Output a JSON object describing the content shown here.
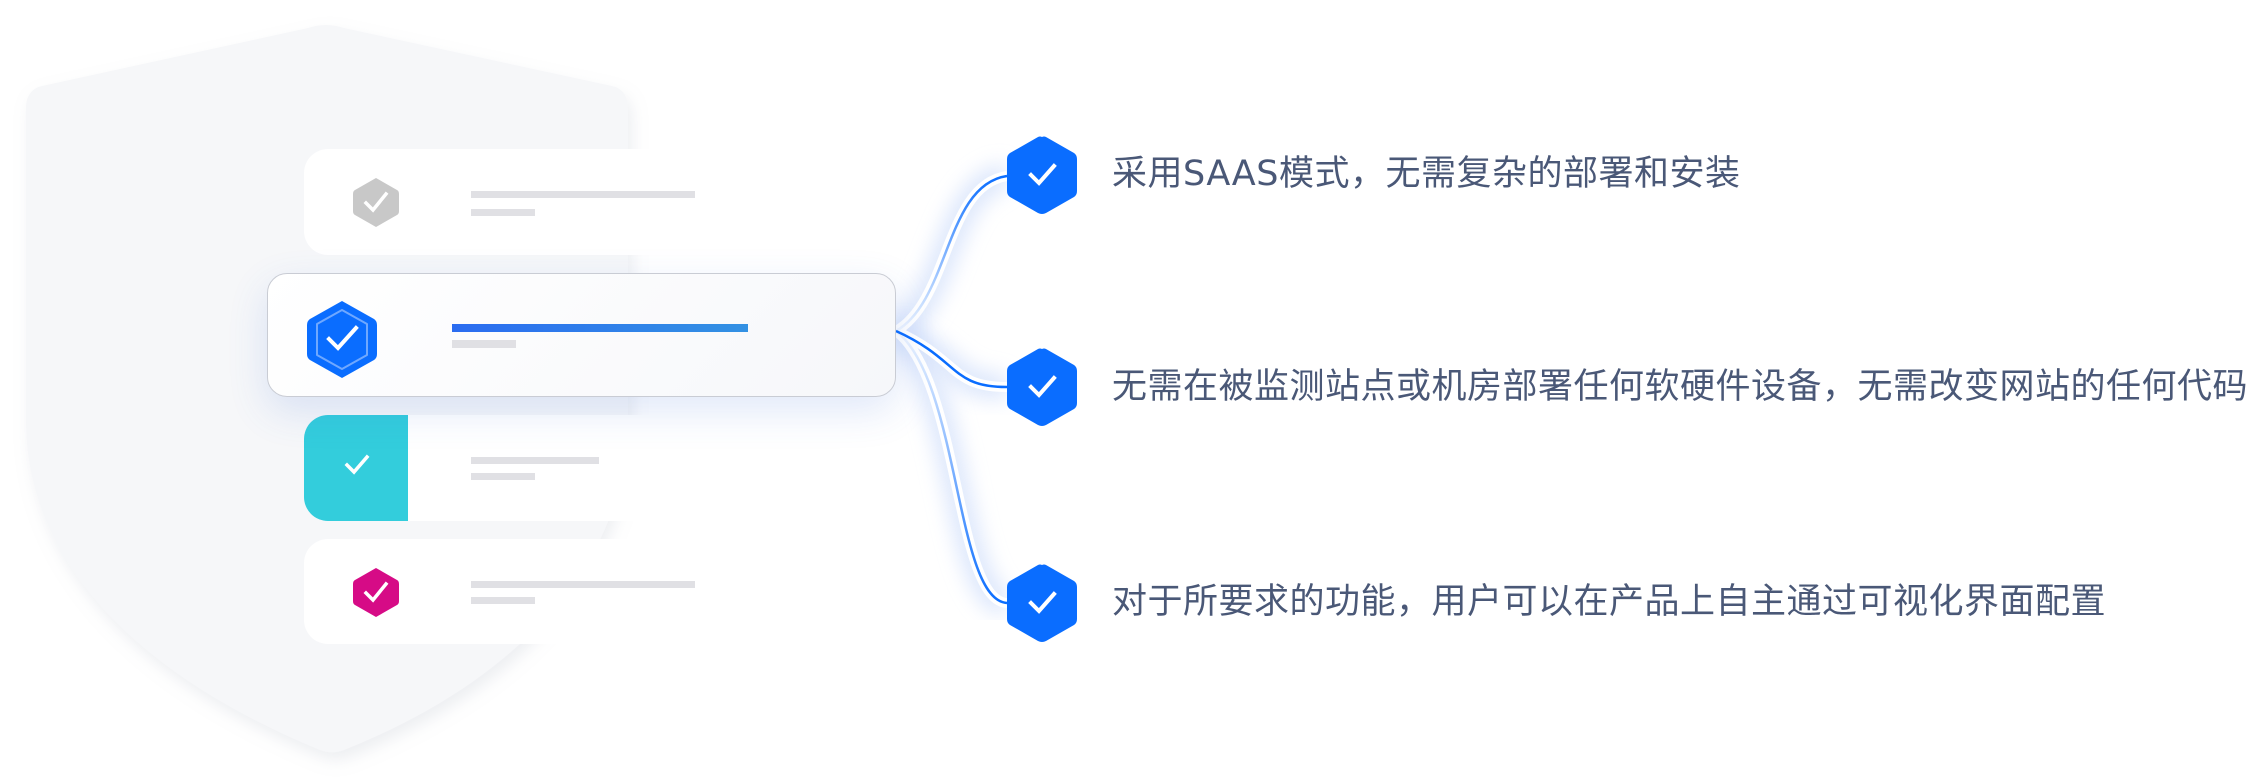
{
  "colors": {
    "shield": "#f6f7f9",
    "accent_blue": "#0a6dff",
    "grey_check": "#c8c8c8",
    "teal": "#33cddc",
    "magenta": "#d60b86",
    "placeholder_bar": "#e0e0e4",
    "text": "#4a5877",
    "progress_gradient_start": "#2b6cf0",
    "progress_gradient_end": "#3391e3"
  },
  "illustration": {
    "cards": [
      {
        "id": "card-1",
        "icon": "check-hexagon-grey-icon",
        "state": "inactive"
      },
      {
        "id": "card-2",
        "icon": "check-shield-hexagon-blue-icon",
        "state": "active"
      },
      {
        "id": "card-3",
        "icon": "check-teal-block-icon",
        "state": "inactive"
      },
      {
        "id": "card-4",
        "icon": "check-hexagon-magenta-icon",
        "state": "inactive"
      }
    ]
  },
  "features": [
    {
      "icon": "check-hexagon-icon",
      "text": "采用SAAS模式，无需复杂的部署和安装"
    },
    {
      "icon": "check-hexagon-icon",
      "text": "无需在被监测站点或机房部署任何软硬件设备，无需改变网站的任何代码"
    },
    {
      "icon": "check-hexagon-icon",
      "text": "对于所要求的功能，用户可以在产品上自主通过可视化界面配置"
    }
  ]
}
